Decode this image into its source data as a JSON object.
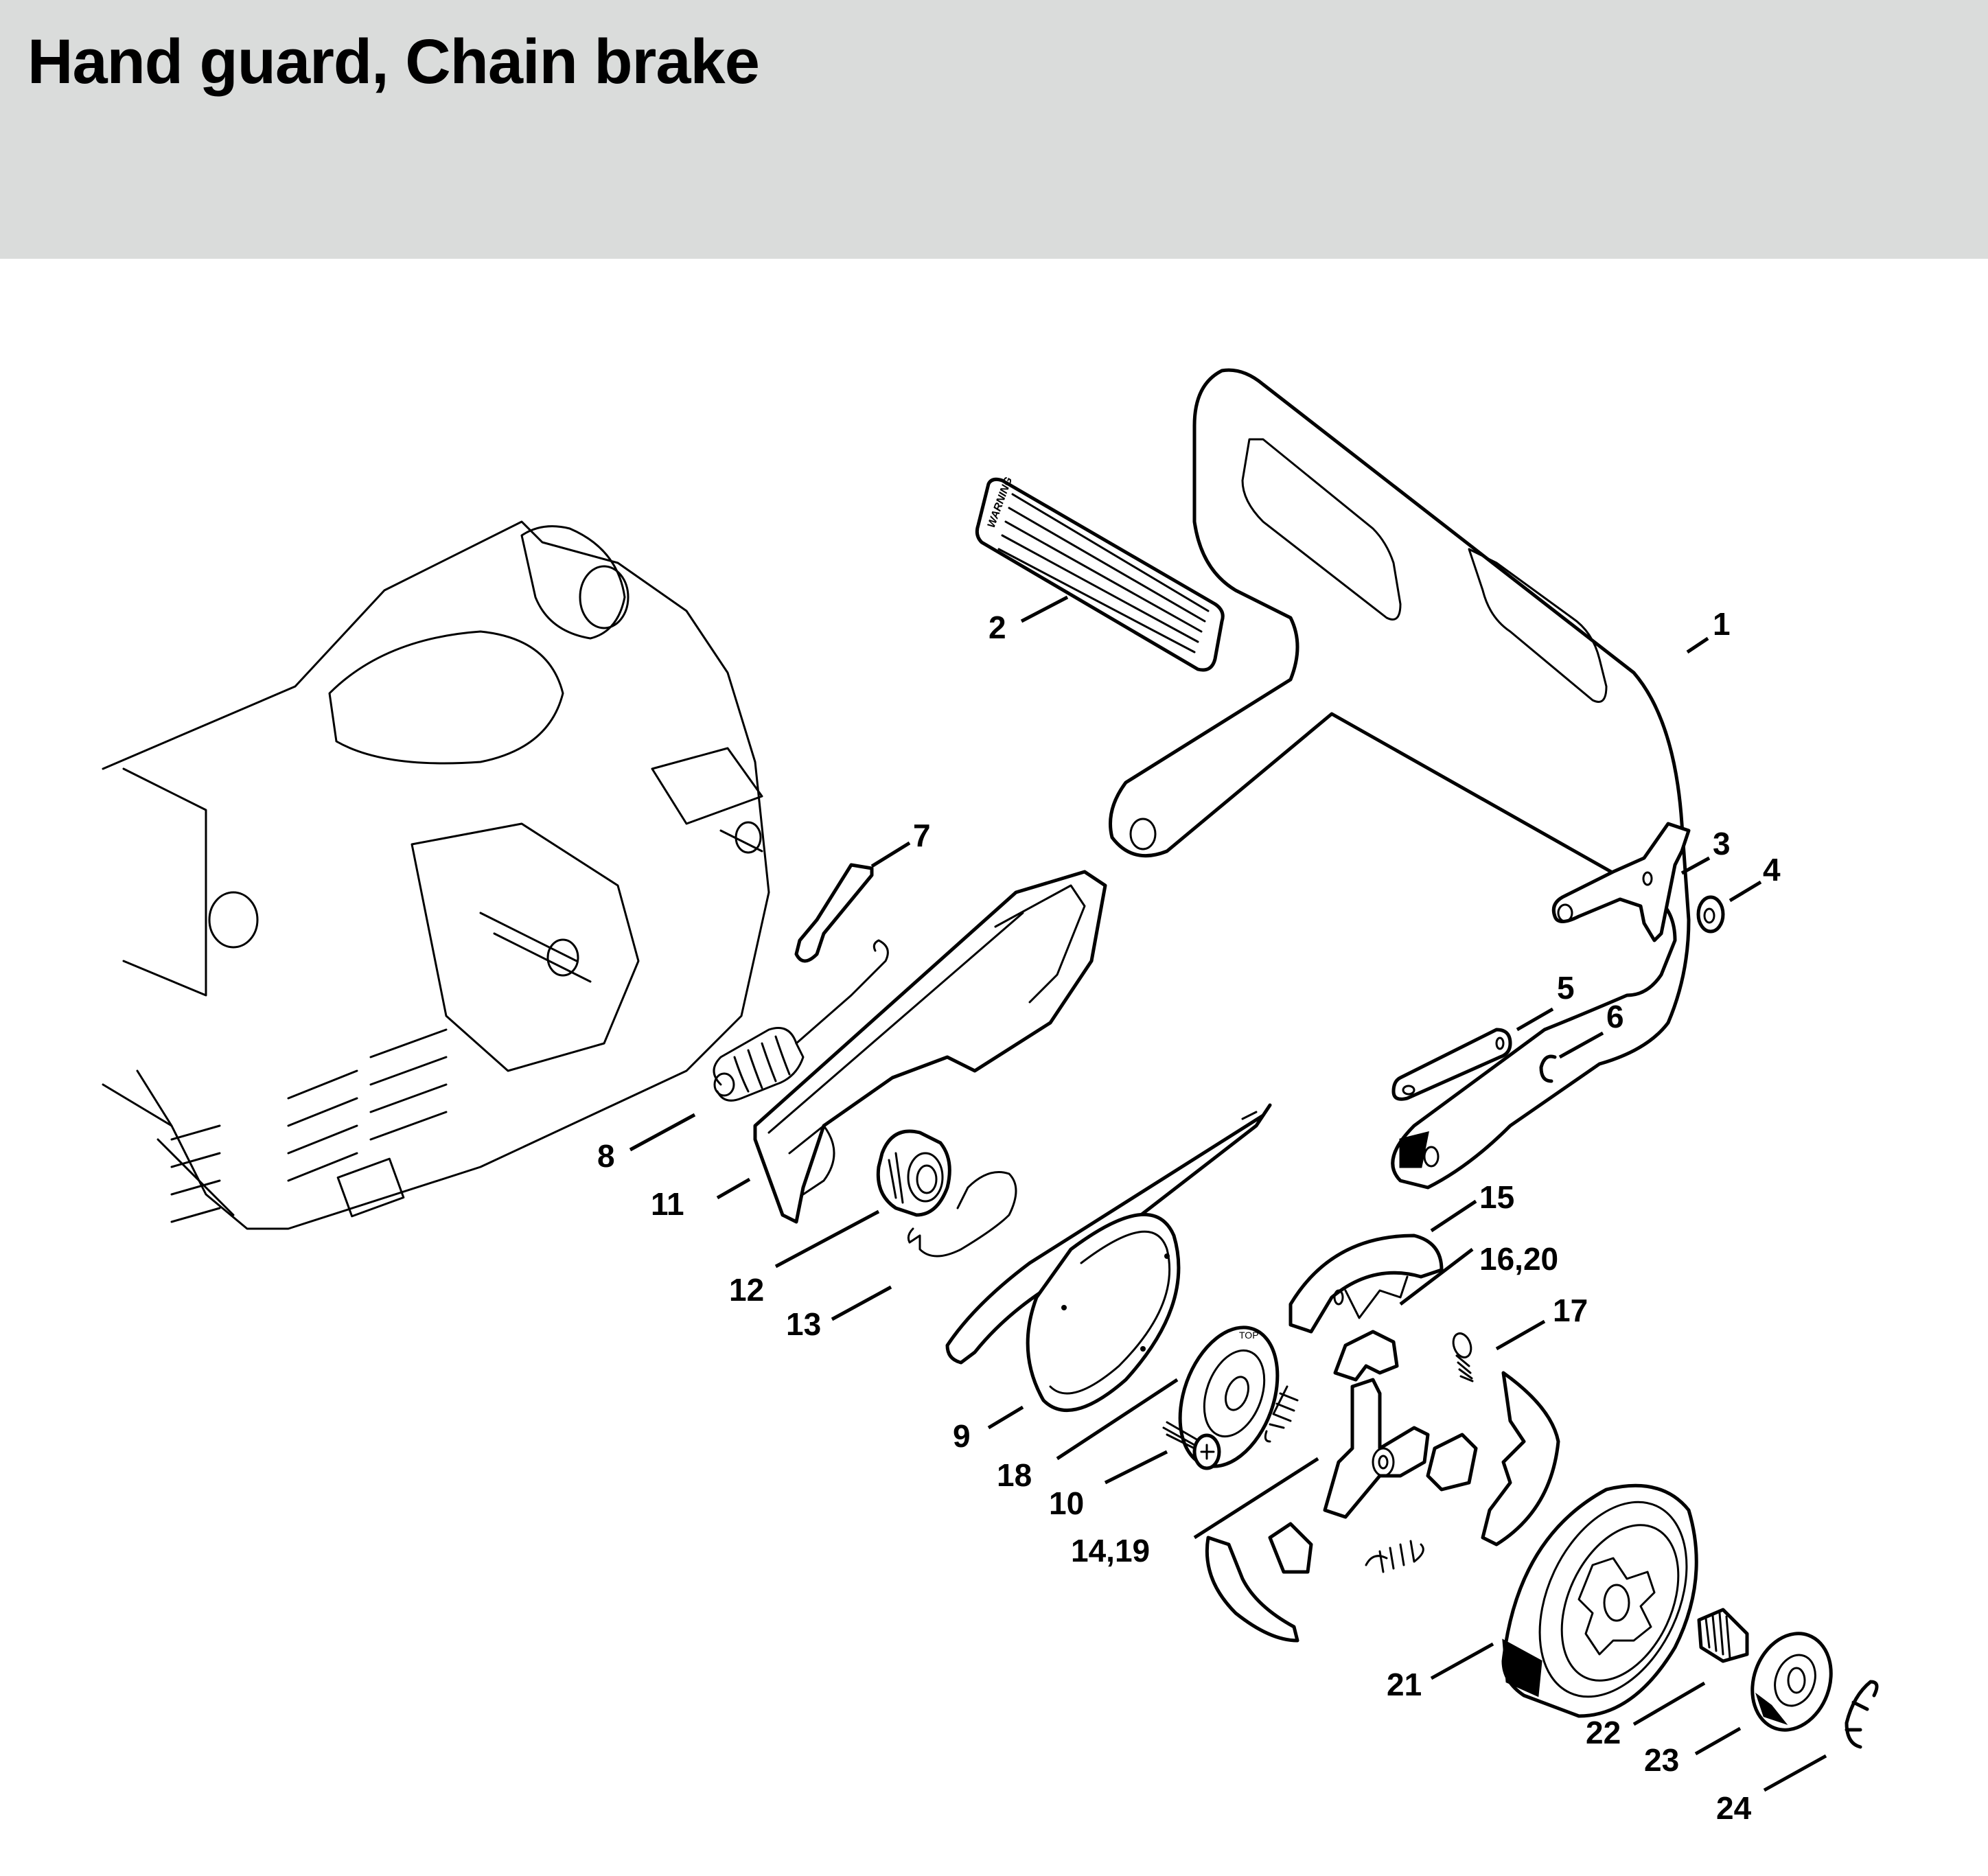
{
  "page": {
    "title": "Hand guard, Chain brake",
    "header_color": "#dadcdb"
  },
  "diagram": {
    "decal_text": "WARNING",
    "brake_washer_text": "TOP",
    "callouts": [
      {
        "label": "1",
        "part": "hand-guard"
      },
      {
        "label": "2",
        "part": "warning-decal"
      },
      {
        "label": "3",
        "part": "bell-crank-lever"
      },
      {
        "label": "4",
        "part": "washer"
      },
      {
        "label": "5",
        "part": "link"
      },
      {
        "label": "6",
        "part": "e-clip"
      },
      {
        "label": "7",
        "part": "leaf-spring"
      },
      {
        "label": "8",
        "part": "tension-spring"
      },
      {
        "label": "9",
        "part": "brake-band"
      },
      {
        "label": "10",
        "part": "screw"
      },
      {
        "label": "11",
        "part": "chain-sprocket-cover"
      },
      {
        "label": "12",
        "part": "sleeve"
      },
      {
        "label": "13",
        "part": "wire-spring"
      },
      {
        "label": "14,19",
        "part": "clutch-carrier"
      },
      {
        "label": "15",
        "part": "clutch-shoe"
      },
      {
        "label": "16,20",
        "part": "thrust-piece"
      },
      {
        "label": "17",
        "part": "clutch-spring"
      },
      {
        "label": "18",
        "part": "cover-plate"
      },
      {
        "label": "21",
        "part": "clutch-drum"
      },
      {
        "label": "22",
        "part": "needle-cage"
      },
      {
        "label": "23",
        "part": "washer"
      },
      {
        "label": "24",
        "part": "e-clip"
      }
    ]
  }
}
